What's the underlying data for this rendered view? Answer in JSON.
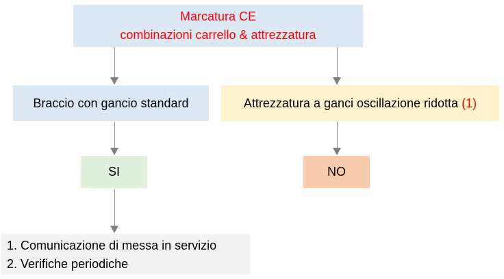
{
  "diagram": {
    "title": {
      "line1": "Marcatura CE",
      "line2": "combinazioni carrello & attrezzatura"
    },
    "branches": {
      "left": {
        "label": "Braccio con gancio standard",
        "decision": "SI"
      },
      "right": {
        "label": "Attrezzatura a ganci oscillazione ridotta",
        "note": "(1)",
        "decision": "NO"
      }
    },
    "outcome": {
      "line1": "1. Comunicazione di messa in servizio",
      "line2": "2. Verifiche periodiche"
    },
    "colors": {
      "title_box_bg": "#dbe8f4",
      "title_text": "#ff0000",
      "left_box_bg": "#dbe8f4",
      "right_box_bg": "#fff2cc",
      "note_text": "#ff0000",
      "si_box_bg": "#e2efda",
      "no_box_bg": "#f8cbad",
      "outcome_box_bg": "#f2f2f2",
      "arrow": "#7f7f7f"
    }
  }
}
